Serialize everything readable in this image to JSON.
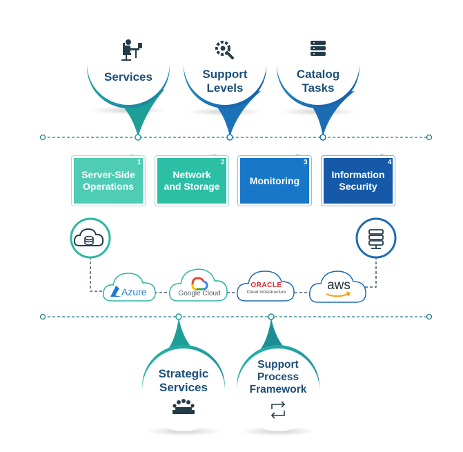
{
  "top_bubbles": [
    {
      "label": "Services",
      "icon": "desk-worker-icon"
    },
    {
      "label": "Support\nLevels",
      "icon": "gear-wrench-icon"
    },
    {
      "label": "Catalog\nTasks",
      "icon": "server-stack-icon"
    }
  ],
  "boxes": [
    {
      "number": "1",
      "label": "Server-Side\nOperations",
      "color": "#4ecdb4",
      "frame": "#a7e9da"
    },
    {
      "number": "2",
      "label": "Network\nand Storage",
      "color": "#2cbfa5",
      "frame": "#95e0d0"
    },
    {
      "number": "3",
      "label": "Monitoring",
      "color": "#1877c9",
      "frame": "#8cbde9"
    },
    {
      "number": "4",
      "label": "Information\nSecurity",
      "color": "#1559a8",
      "frame": "#88abd8"
    }
  ],
  "clouds": [
    {
      "name": "Azure"
    },
    {
      "name": "Google Cloud"
    },
    {
      "name": "ORACLE",
      "sub": "Cloud Infrastructure"
    },
    {
      "name": "aws"
    }
  ],
  "side_icons": [
    {
      "icon": "cloud-database-icon"
    },
    {
      "icon": "server-icon"
    }
  ],
  "bottom_bubbles": [
    {
      "label": "Strategic\nServices",
      "icon": "meeting-icon"
    },
    {
      "label": "Support\nProcess\nFramework",
      "icon": "process-loop-icon"
    }
  ],
  "colors": {
    "teal": "#1d9f97",
    "navy": "#1c4f79",
    "blue": "#1565b8",
    "dash": "#1a7f86"
  }
}
